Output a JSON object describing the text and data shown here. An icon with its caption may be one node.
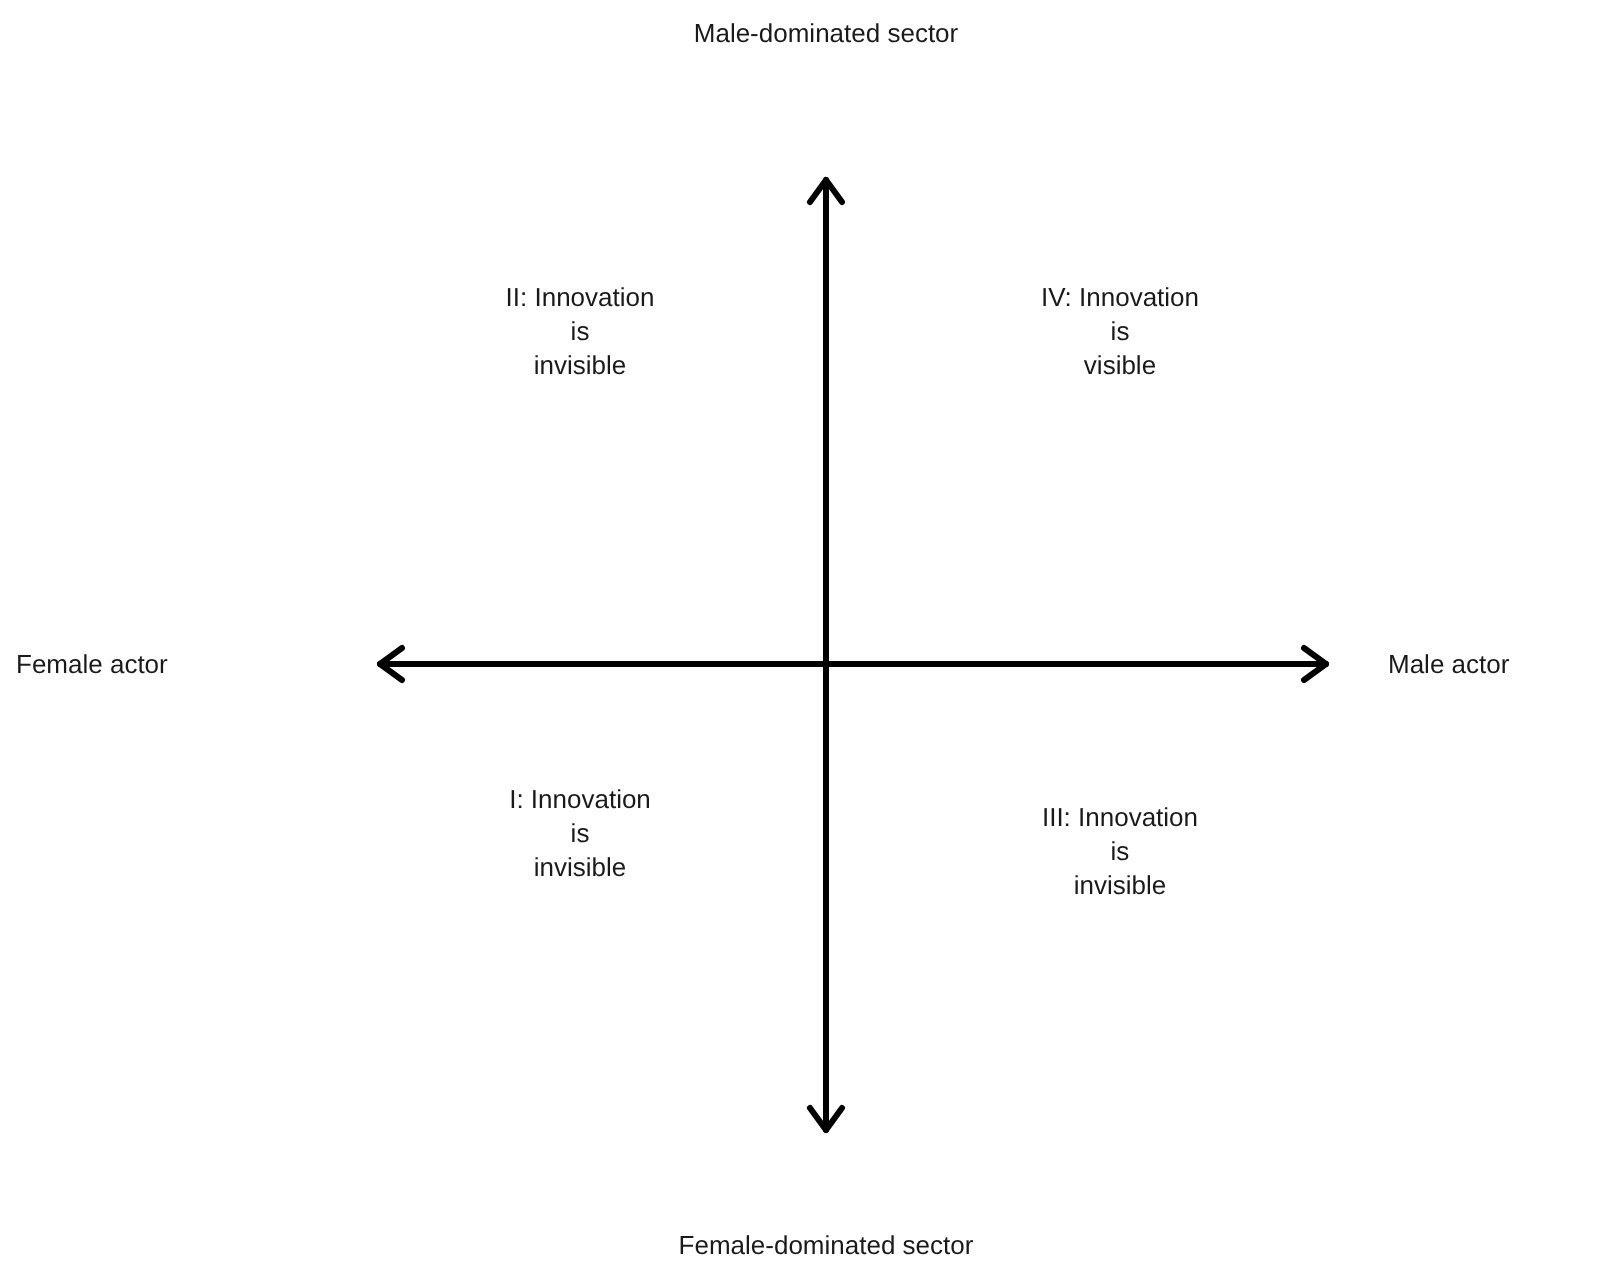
{
  "diagram": {
    "labels": [
      "Male-dominated sector",
      "II: Innovation is invisible",
      "IV: Innovation is visible",
      "Female actor",
      "Male actor",
      "I: Innovation is invisible",
      "III: Innovation is invisible",
      "Female-dominated sector"
    ]
  }
}
